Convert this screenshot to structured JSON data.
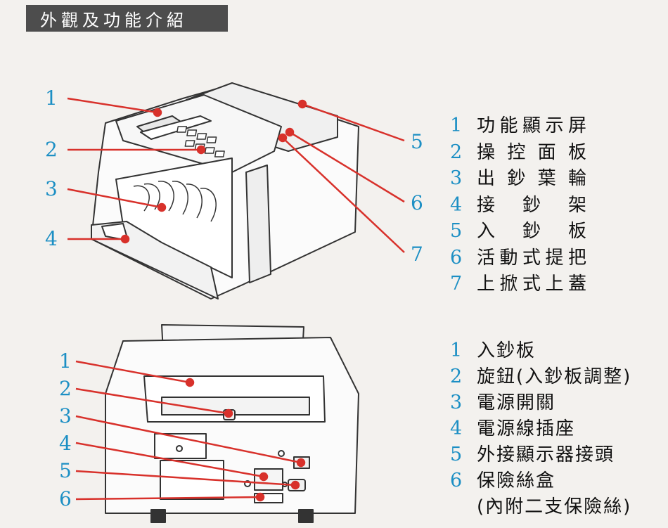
{
  "title": "外觀及功能介紹",
  "front_view": {
    "callout_numbers": [
      "1",
      "2",
      "3",
      "4",
      "5",
      "6",
      "7"
    ],
    "legend": [
      {
        "num": "1",
        "label": "功能顯示屏"
      },
      {
        "num": "2",
        "label": "操控面板"
      },
      {
        "num": "3",
        "label": "出鈔葉輪"
      },
      {
        "num": "4",
        "label": "接鈔架"
      },
      {
        "num": "5",
        "label": "入鈔板"
      },
      {
        "num": "6",
        "label": "活動式提把"
      },
      {
        "num": "7",
        "label": "上掀式上蓋"
      }
    ]
  },
  "rear_view": {
    "callout_numbers": [
      "1",
      "2",
      "3",
      "4",
      "5",
      "6"
    ],
    "legend": [
      {
        "num": "1",
        "label": "入鈔板"
      },
      {
        "num": "2",
        "label": "旋鈕(入鈔板調整)"
      },
      {
        "num": "3",
        "label": "電源開關"
      },
      {
        "num": "4",
        "label": "電源線插座"
      },
      {
        "num": "5",
        "label": "外接顯示器接頭"
      },
      {
        "num": "6",
        "label": "保險絲盒",
        "sub": "(內附二支保險絲)"
      }
    ]
  },
  "colors": {
    "callout_line": "#d8312b",
    "number": "#1c8fc4",
    "title_bg": "#4d4d4d"
  }
}
